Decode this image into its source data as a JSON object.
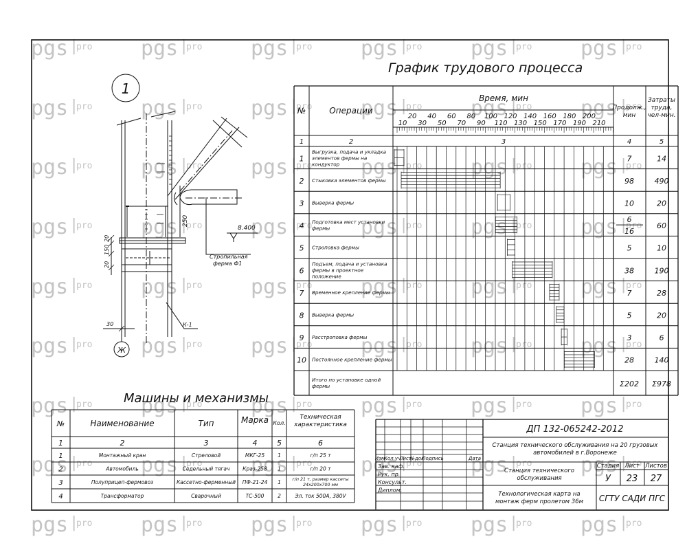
{
  "watermark": {
    "text_main": "pgs",
    "text_sub": "pro"
  },
  "detail": {
    "number": "1",
    "axis": "Ж",
    "dims": [
      "250",
      "20",
      "150",
      "20",
      "30"
    ],
    "level": "8.400",
    "rafter_label_1": "Стропильная",
    "rafter_label_2": "ферма Ф1",
    "bracing_label": "К-1"
  },
  "schedule": {
    "title": "График трудового процесса",
    "header": {
      "num": "№",
      "operations": "Операции",
      "time": "Время, мин",
      "duration_1": "Продолж.,",
      "duration_2": "мин",
      "labor_1": "Затраты",
      "labor_2": "труда,",
      "labor_3": "чел-мин."
    },
    "ticks_top": [
      "20",
      "40",
      "60",
      "80",
      "100",
      "120",
      "140",
      "160",
      "180",
      "200"
    ],
    "ticks_bottom": [
      "10",
      "30",
      "50",
      "70",
      "90",
      "110",
      "130",
      "150",
      "170",
      "190",
      "210"
    ],
    "index_row": [
      "1",
      "2",
      "3",
      "4",
      "5"
    ],
    "rows": [
      {
        "n": "1",
        "op": [
          "Выгрузка, подача и укладка",
          "элементов фермы на",
          "кондуктор"
        ],
        "dur": "7",
        "labor": "14"
      },
      {
        "n": "2",
        "op": [
          "Стыковка элементов фермы"
        ],
        "dur": "98",
        "labor": "490"
      },
      {
        "n": "3",
        "op": [
          "Выверка фермы"
        ],
        "dur": "10",
        "labor": "20"
      },
      {
        "n": "4",
        "op": [
          "Подготовка мест установки",
          "фермы"
        ],
        "dur": "6",
        "dur2": "16",
        "labor": "60"
      },
      {
        "n": "5",
        "op": [
          "Строповка фермы"
        ],
        "dur": "5",
        "labor": "10"
      },
      {
        "n": "6",
        "op": [
          "Подъем, подача и установка",
          "фермы в проектное",
          "положение"
        ],
        "dur": "38",
        "labor": "190"
      },
      {
        "n": "7",
        "op": [
          "Временное крепление фермы"
        ],
        "dur": "7",
        "labor": "28"
      },
      {
        "n": "8",
        "op": [
          "Выверка фермы"
        ],
        "dur": "5",
        "labor": "20"
      },
      {
        "n": "9",
        "op": [
          "Расстроповка фермы"
        ],
        "dur": "3",
        "labor": "6"
      },
      {
        "n": "10",
        "op": [
          "Постоянное крепление фермы"
        ],
        "dur": "28",
        "labor": "140"
      }
    ],
    "total": {
      "op": [
        "Итого по установке одной",
        "фермы"
      ],
      "dur": "Σ202",
      "labor": "Σ978"
    }
  },
  "machines": {
    "title": "Машины и механизмы",
    "header": {
      "num": "№",
      "name": "Наименование",
      "type": "Тип",
      "mark": "Марка",
      "qty": "Кол.",
      "char_1": "Техническая",
      "char_2": "характеристика"
    },
    "index_row": [
      "1",
      "2",
      "3",
      "4",
      "5",
      "6"
    ],
    "rows": [
      {
        "n": "1",
        "name": "Монтажный кран",
        "type": "Стреловой",
        "mark": "МКГ-25",
        "qty": "1",
        "char": [
          "г/п 25 т"
        ]
      },
      {
        "n": "2",
        "name": "Автомобиль",
        "type": "Седельный тягач",
        "mark": "Краз-258",
        "qty": "1",
        "char": [
          "г/п 20 т"
        ]
      },
      {
        "n": "3",
        "name": "Полуприцеп-фермовоз",
        "type": "Кассетно-ферменный",
        "mark": "ПФ-21-24",
        "qty": "1",
        "char": [
          "г/п 21 т, размер кассеты",
          "24х200х700 мм"
        ]
      },
      {
        "n": "4",
        "name": "Трансформатор",
        "type": "Сварочный",
        "mark": "ТС-500",
        "qty": "2",
        "char": [
          "Эл. ток 500А, 380V"
        ]
      }
    ]
  },
  "stamp": {
    "code": "ДП 132-065242-2012",
    "subject_1": "Станция технического обслуживания на 20 грузовых",
    "subject_2": "автомобилей в г.Воронеже",
    "col_heads": [
      "Изм",
      "Кол.уч",
      "Лист",
      "№док",
      "Подпись",
      "Дата"
    ],
    "roles": [
      "Зав. каф.",
      "Рук. пр.",
      "Консульт.",
      "Диплом."
    ],
    "object_1": "Станция технического",
    "object_2": "обслуживания",
    "stage_head": "Стадия",
    "sheet_head": "Лист",
    "sheets_head": "Листов",
    "stage": "У",
    "sheet": "23",
    "sheets": "27",
    "sheet_title_1": "Технологическая карта на",
    "sheet_title_2": "монтаж ферм пролетом 36м",
    "org": "СГТУ САДИ ПГС"
  }
}
